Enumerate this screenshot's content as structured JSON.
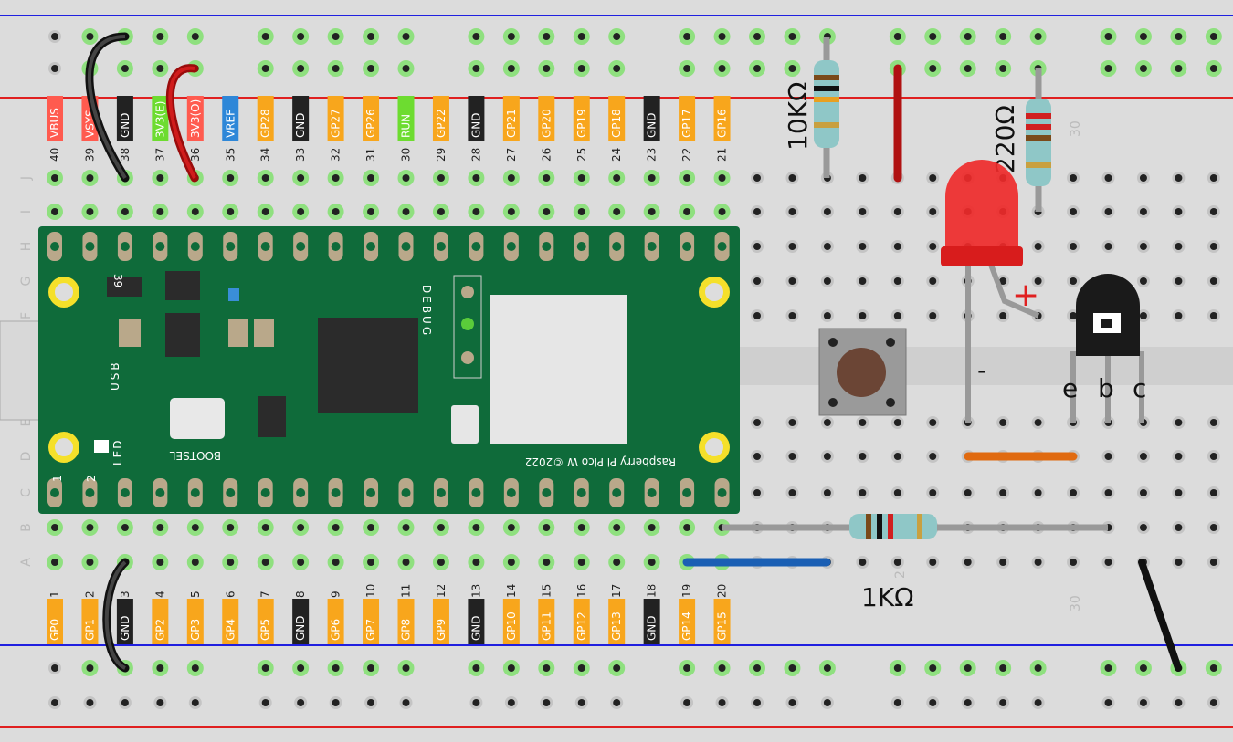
{
  "top_pins": [
    {
      "num": "40",
      "label": "VBUS",
      "color": "#ff5b4f"
    },
    {
      "num": "39",
      "label": "VSYS",
      "color": "#ff5b4f"
    },
    {
      "num": "38",
      "label": "GND",
      "color": "#222222"
    },
    {
      "num": "37",
      "label": "3V3(E)",
      "color": "#6ddc30"
    },
    {
      "num": "36",
      "label": "3V3(O)",
      "color": "#ff5b4f"
    },
    {
      "num": "35",
      "label": "VREF",
      "color": "#2e87d8"
    },
    {
      "num": "34",
      "label": "GP28",
      "color": "#f8a61c"
    },
    {
      "num": "33",
      "label": "GND",
      "color": "#222222"
    },
    {
      "num": "32",
      "label": "GP27",
      "color": "#f8a61c"
    },
    {
      "num": "31",
      "label": "GP26",
      "color": "#f8a61c"
    },
    {
      "num": "30",
      "label": "RUN",
      "color": "#6ddc30"
    },
    {
      "num": "29",
      "label": "GP22",
      "color": "#f8a61c"
    },
    {
      "num": "28",
      "label": "GND",
      "color": "#222222"
    },
    {
      "num": "27",
      "label": "GP21",
      "color": "#f8a61c"
    },
    {
      "num": "26",
      "label": "GP20",
      "color": "#f8a61c"
    },
    {
      "num": "25",
      "label": "GP19",
      "color": "#f8a61c"
    },
    {
      "num": "24",
      "label": "GP18",
      "color": "#f8a61c"
    },
    {
      "num": "23",
      "label": "GND",
      "color": "#222222"
    },
    {
      "num": "22",
      "label": "GP17",
      "color": "#f8a61c"
    },
    {
      "num": "21",
      "label": "GP16",
      "color": "#f8a61c"
    }
  ],
  "bottom_pins": [
    {
      "num": "1",
      "label": "GP0",
      "color": "#f8a61c"
    },
    {
      "num": "2",
      "label": "GP1",
      "color": "#f8a61c"
    },
    {
      "num": "3",
      "label": "GND",
      "color": "#222222"
    },
    {
      "num": "4",
      "label": "GP2",
      "color": "#f8a61c"
    },
    {
      "num": "5",
      "label": "GP3",
      "color": "#f8a61c"
    },
    {
      "num": "6",
      "label": "GP4",
      "color": "#f8a61c"
    },
    {
      "num": "7",
      "label": "GP5",
      "color": "#f8a61c"
    },
    {
      "num": "8",
      "label": "GND",
      "color": "#222222"
    },
    {
      "num": "9",
      "label": "GP6",
      "color": "#f8a61c"
    },
    {
      "num": "10",
      "label": "GP7",
      "color": "#f8a61c"
    },
    {
      "num": "11",
      "label": "GP8",
      "color": "#f8a61c"
    },
    {
      "num": "12",
      "label": "GP9",
      "color": "#f8a61c"
    },
    {
      "num": "13",
      "label": "GND",
      "color": "#222222"
    },
    {
      "num": "14",
      "label": "GP10",
      "color": "#f8a61c"
    },
    {
      "num": "15",
      "label": "GP11",
      "color": "#f8a61c"
    },
    {
      "num": "16",
      "label": "GP12",
      "color": "#f8a61c"
    },
    {
      "num": "17",
      "label": "GP13",
      "color": "#f8a61c"
    },
    {
      "num": "18",
      "label": "GND",
      "color": "#222222"
    },
    {
      "num": "19",
      "label": "GP14",
      "color": "#f8a61c"
    },
    {
      "num": "20",
      "label": "GP15",
      "color": "#f8a61c"
    }
  ],
  "row_letters": [
    "J",
    "I",
    "H",
    "G",
    "F",
    "E",
    "D",
    "C",
    "B",
    "A"
  ],
  "breadboard": {
    "col_label_top": "30",
    "col_label_bottom": "30",
    "col_label_mid": "2"
  },
  "pico": {
    "title": "Raspberry Pi Pico W ©2022",
    "bootsel": "BOOTSEL",
    "usb": "USB",
    "led": "LED",
    "debug": "DEBUG",
    "pin39": "39",
    "pin1": "1",
    "pin2": "2",
    "color": "#0f6b3a"
  },
  "components": {
    "r1_label": "10KΩ",
    "r2_label": "220Ω",
    "r3_label": "1KΩ",
    "led_plus": "+",
    "led_minus": "-",
    "transistor_e": "e",
    "transistor_b": "b",
    "transistor_c": "c"
  }
}
